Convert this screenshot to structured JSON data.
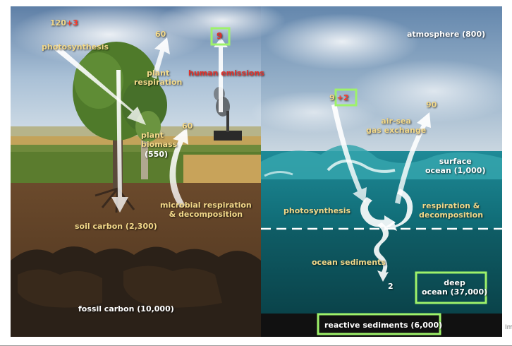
{
  "labels": {
    "gpp": "120",
    "gpp_delta": "+3",
    "photosynthesis_land": "photosynthesis",
    "plant_resp_value": "60",
    "plant_resp": "plant\nrespiration",
    "human_value": "9",
    "human_emissions": "human emissions",
    "atmosphere": "atmosphere (800)",
    "plant_biomass": "plant\nbiomass",
    "plant_biomass_value": "(550)",
    "microbial_value": "60",
    "microbial": "microbial respiration\n& decomposition",
    "soil_carbon": "soil carbon (2,300)",
    "fossil_carbon": "fossil carbon (10,000)",
    "ocean_in_value": "9",
    "ocean_in_delta": "+2",
    "air_sea": "air-sea\ngas exchange",
    "ocean_out_value": "90",
    "surface_ocean": "surface\nocean (1,000)",
    "photosynthesis_ocean": "photosynthesis",
    "respiration_ocean": "respiration &\ndecomposition",
    "ocean_sediments": "ocean sediments",
    "sediment_value": "2",
    "deep_ocean": "deep\nocean (37,000)",
    "reactive_sediments": "reactive sediments (6,000)"
  },
  "credit": "Im",
  "colors": {
    "label_gold": "#f3d98a",
    "label_red": "#e0312b",
    "box_green": "#9ef26a"
  }
}
